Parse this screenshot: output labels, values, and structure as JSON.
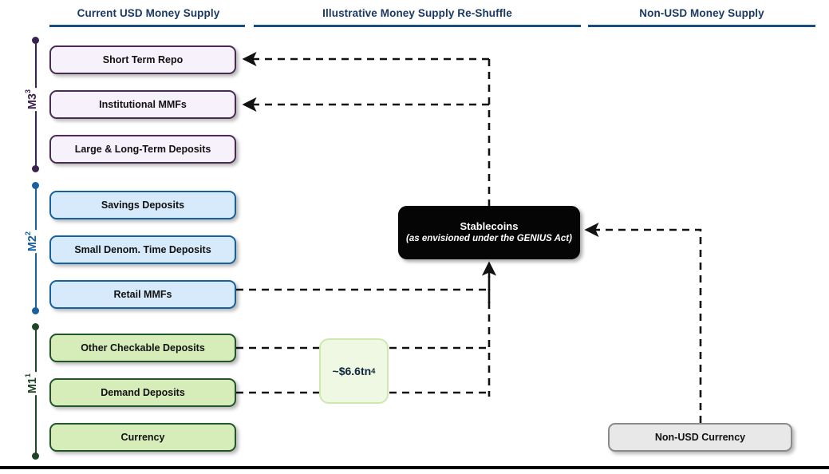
{
  "columns": [
    {
      "title": "Current USD Money Supply"
    },
    {
      "title": "Illustrative Money Supply Re-Shuffle"
    },
    {
      "title": "Non-USD Money Supply"
    }
  ],
  "aggregates": [
    {
      "label": "M3",
      "sup": "3",
      "color": "#3b2350"
    },
    {
      "label": "M2",
      "sup": "2",
      "color": "#17619e"
    },
    {
      "label": "M1",
      "sup": "1",
      "color": "#1d4526"
    }
  ],
  "m3_boxes": [
    {
      "label": "Short Term Repo"
    },
    {
      "label": "Institutional MMFs"
    },
    {
      "label": "Large & Long-Term Deposits"
    }
  ],
  "m2_boxes": [
    {
      "label": "Savings Deposits"
    },
    {
      "label": "Small Denom. Time Deposits"
    },
    {
      "label": "Retail MMFs"
    }
  ],
  "m1_boxes": [
    {
      "label": "Other Checkable Deposits"
    },
    {
      "label": "Demand Deposits"
    },
    {
      "label": "Currency"
    }
  ],
  "stablecoin": {
    "title": "Stablecoins",
    "subtitle": "(as envisioned under the GENIUS Act)"
  },
  "callout": {
    "value": "~$6.6tn",
    "sup": "4"
  },
  "non_usd": {
    "label": "Non-USD Currency"
  },
  "palette": {
    "header_text": "#1b3a63",
    "header_rule": "#1b4e7e",
    "m3_fill": "#f7f1fb",
    "m3_border": "#4a2b55",
    "m2_fill": "#d6eafb",
    "m2_border": "#17619e",
    "m1_fill": "#d6ecb9",
    "m1_border": "#23542a",
    "grey_fill": "#e8e8e8",
    "grey_border": "#8b8b8b",
    "stablecoin_fill": "#050505",
    "callout_fill": "#eef8e2",
    "callout_border": "#cfe8ae",
    "wire": "#111111"
  }
}
